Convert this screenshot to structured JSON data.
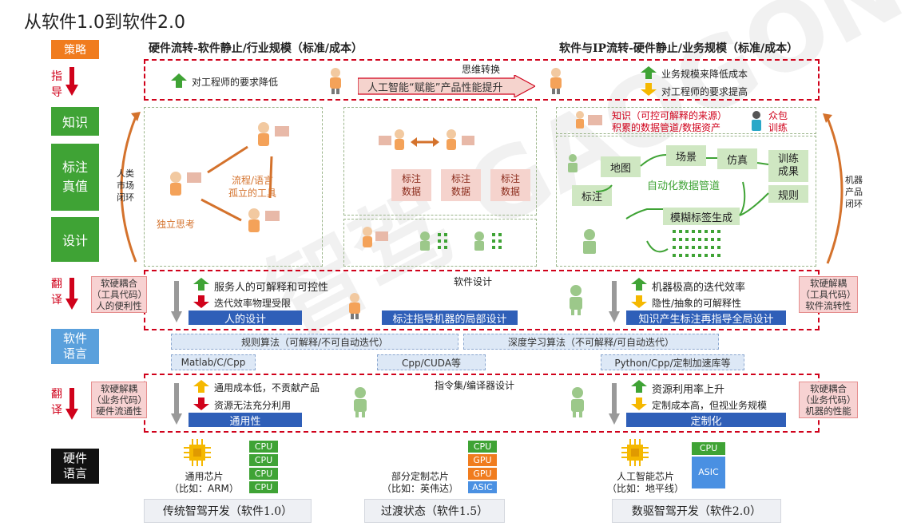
{
  "title": "从软件1.0到软件2.0",
  "watermark": "智驾 GAOGONG",
  "side": {
    "strategy": "策略",
    "guide": [
      "指",
      "导"
    ],
    "knowledge": "知识",
    "annotation": [
      "标注",
      "真值"
    ],
    "design": "设计",
    "translate1": [
      "翻",
      "译"
    ],
    "software_lang": [
      "软件",
      "语言"
    ],
    "translate2": [
      "翻",
      "译"
    ],
    "hardware_lang": [
      "硬件",
      "语言"
    ]
  },
  "headers": {
    "left": "硬件流转-软件静止/行业规模（标准/成本）",
    "right": "软件与IP流转-硬件静止/业务规模（标准/成本）"
  },
  "strategy_row": {
    "left_text": "对工程师的要求降低",
    "center_top": "思维转换",
    "center_arrow": "人工智能“赋能”产品性能提升",
    "right_text1": "业务规模来降低成本",
    "right_text2": "对工程师的要求提高"
  },
  "loops": {
    "left": [
      "人类",
      "市场",
      "闭环"
    ],
    "right": [
      "机器",
      "产品",
      "闭环"
    ]
  },
  "left_panel": {
    "process_lang": [
      "流程/语言",
      "孤立的工具"
    ],
    "independent": "独立思考"
  },
  "center_panel": {
    "label_boxes": [
      [
        "标注",
        "数据"
      ],
      [
        "标注",
        "数据"
      ],
      [
        "标注",
        "数据"
      ]
    ]
  },
  "right_panel": {
    "knowledge": [
      "知识（可控可解释的来源）",
      "积累的数据管道/数据资产"
    ],
    "crowd": [
      "众包",
      "训练"
    ],
    "map": "地图",
    "scene": "场景",
    "sim": "仿真",
    "train_result": [
      "训练",
      "成果"
    ],
    "auto_pipeline": "自动化数据管道",
    "label": "标注",
    "rule": "规则",
    "fuzzy_label": "模糊标签生成"
  },
  "design_row": {
    "left_pink": [
      "软硬耦合",
      "（工具代码）",
      "人的便利性"
    ],
    "up_text": "服务人的可解释和可控性",
    "down_text": "迭代效率物理受限",
    "blue_left": "人的设计",
    "center_title": "软件设计",
    "blue_center": "标注指导机器的局部设计",
    "right_up": "机器极高的迭代效率",
    "right_down": "隐性/抽象的可解释性",
    "blue_right": "知识产生标注再指导全局设计",
    "right_pink": [
      "软硬解耦",
      "（工具代码）",
      "软件流转性"
    ]
  },
  "software_row": {
    "rule_algo": "规则算法（可解释/不可自动迭代）",
    "deep_algo": "深度学习算法（不可解释/可自动迭代）",
    "lang1": "Matlab/C/Cpp",
    "lang2": "Cpp/CUDA等",
    "lang3": "Python/Cpp/定制加速库等"
  },
  "hardware_row": {
    "left_pink": [
      "软硬解耦",
      "（业务代码）",
      "硬件流通性"
    ],
    "up_text": "通用成本低，不贡献产品",
    "down_text": "资源无法充分利用",
    "blue_left": "通用性",
    "center_title": "指令集/编译器设计",
    "right_up": "资源利用率上升",
    "right_down": "定制成本高，但视业务规模",
    "blue_right": "定制化",
    "right_pink": [
      "软硬耦合",
      "（业务代码）",
      "机器的性能"
    ]
  },
  "chips": {
    "c1_label": [
      "通用芯片",
      "（比如：ARM）"
    ],
    "c1_stack": [
      "CPU",
      "CPU",
      "CPU",
      "CPU"
    ],
    "c2_label": [
      "部分定制芯片",
      "（比如：英伟达）"
    ],
    "c2_stack": [
      "CPU",
      "GPU",
      "GPU",
      "ASIC"
    ],
    "c3_label": [
      "人工智能芯片",
      "（比如：地平线）"
    ],
    "c3_stack": [
      "CPU",
      "ASIC"
    ]
  },
  "stage_labels": [
    "传统智驾开发（软件1.0）",
    "过渡状态（软件1.5）",
    "数驱智驾开发（软件2.0）"
  ],
  "colors": {
    "green": "#3fa335",
    "orange": "#f07c1e",
    "red": "#d0021b",
    "blue": "#2f5fb8",
    "light_blue": "#dde8f6",
    "pink": "#f5d3cd",
    "cpu": "#3fa335",
    "gpu": "#f07c1e",
    "asic": "#4a90e2"
  }
}
